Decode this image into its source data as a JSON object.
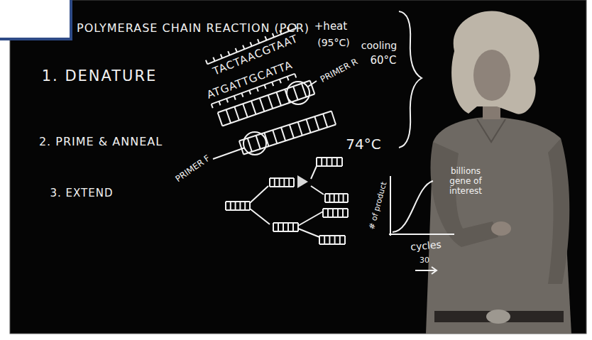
{
  "diagram": {
    "title": "POLYMERASE CHAIN REACTION (PCR)",
    "labels": [
      "1. DENATURE",
      "TACTAACGTAAT",
      "+heat",
      "(95°C)",
      "ATGATTGCATTA",
      "cooling",
      "60°C",
      "PRIMER R",
      "2. PRIME & ANNEAL",
      "PRIMER F",
      "74°C",
      "3. EXTEND",
      "# of product",
      "billions gene of interest",
      "cycles",
      "30"
    ]
  }
}
